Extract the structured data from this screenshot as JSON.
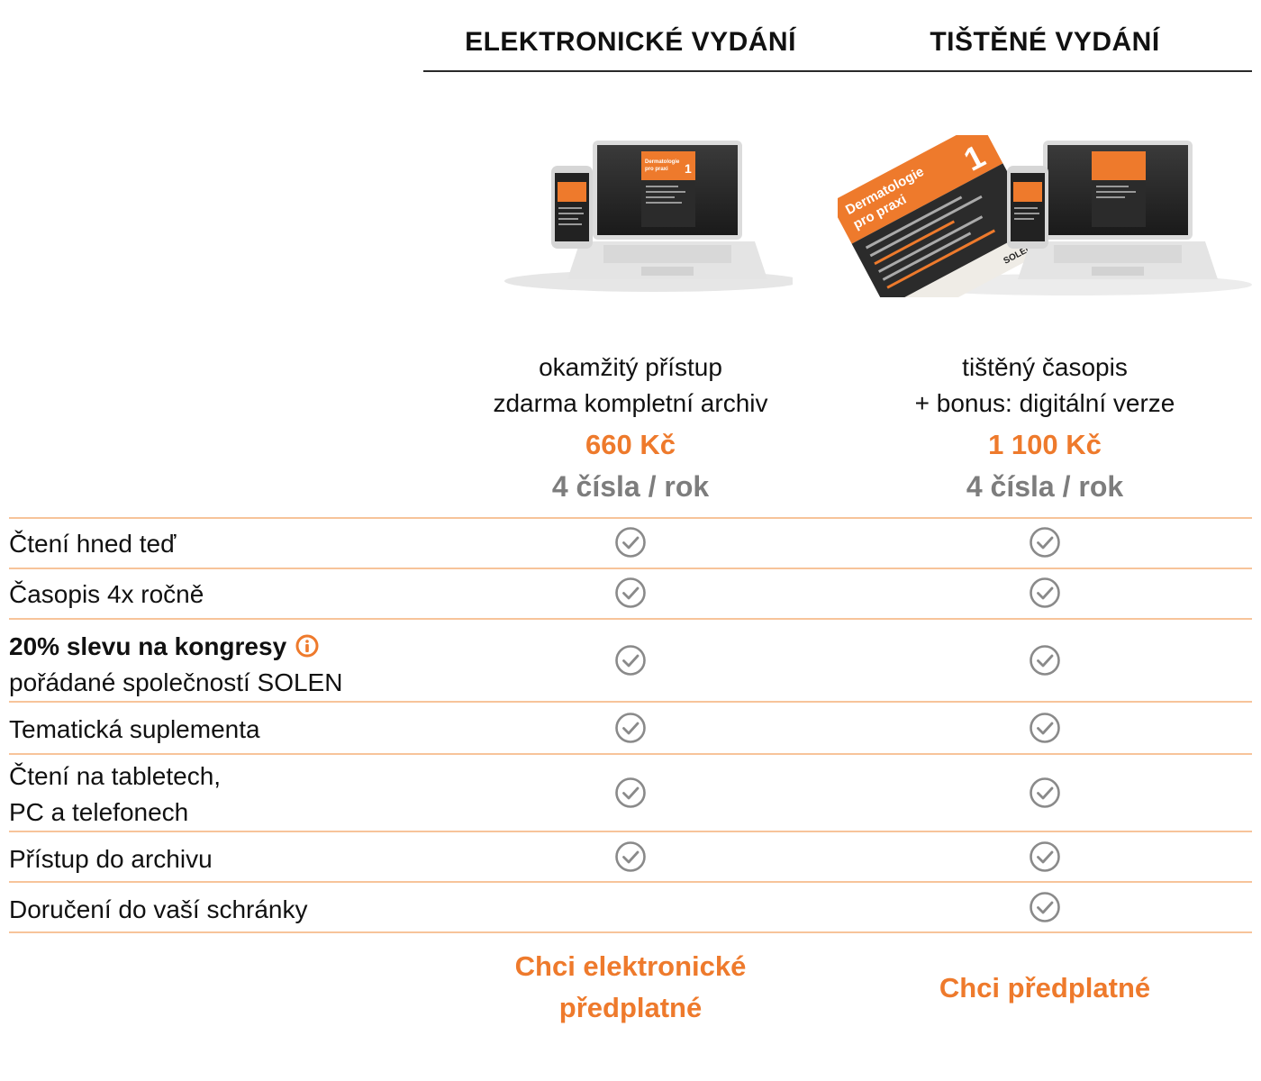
{
  "columns": [
    {
      "title": "ELEKTRONICKÉ VYDÁNÍ",
      "desc_line1": "okamžitý přístup",
      "desc_line2": "zdarma kompletní archiv",
      "price": "660 Kč",
      "period": "4 čísla / rok",
      "cta_line1": "Chci elektronické",
      "cta_line2": "předplatné"
    },
    {
      "title": "TIŠTĚNÉ VYDÁNÍ",
      "desc_line1": "tištěný časopis",
      "desc_line2": "+ bonus: digitální verze",
      "price": "1 100 Kč",
      "period": "4 čísla / rok",
      "cta_line1": "Chci předplatné"
    }
  ],
  "magazine": {
    "title_line1": "Dermatologie",
    "title_line2": "pro praxi",
    "issue": "1",
    "publisher": "SOLEN"
  },
  "features": [
    {
      "label": "Čtení hned teď",
      "electronic": true,
      "print": true
    },
    {
      "label": "Časopis 4x ročně",
      "electronic": true,
      "print": true
    },
    {
      "label_bold": "20% slevu na kongresy",
      "label_line2": "pořádané společností SOLEN",
      "electronic": true,
      "print": true,
      "info_icon": "info-icon"
    },
    {
      "label": "Tematická suplementa",
      "electronic": true,
      "print": true
    },
    {
      "label_line1": "Čtení na tabletech,",
      "label_line2": "PC a telefonech",
      "electronic": true,
      "print": true
    },
    {
      "label": "Přístup do archivu",
      "electronic": true,
      "print": true
    },
    {
      "label": "Doručení do vaší schránky",
      "electronic": false,
      "print": true
    }
  ],
  "icons": {
    "check": "check-circle-icon",
    "info": "info-icon"
  },
  "colors": {
    "accent": "#ee7a2c",
    "row_rule": "#f7c49a",
    "check_stroke": "#8a8a8a",
    "period_gray": "#7d7d7d"
  }
}
